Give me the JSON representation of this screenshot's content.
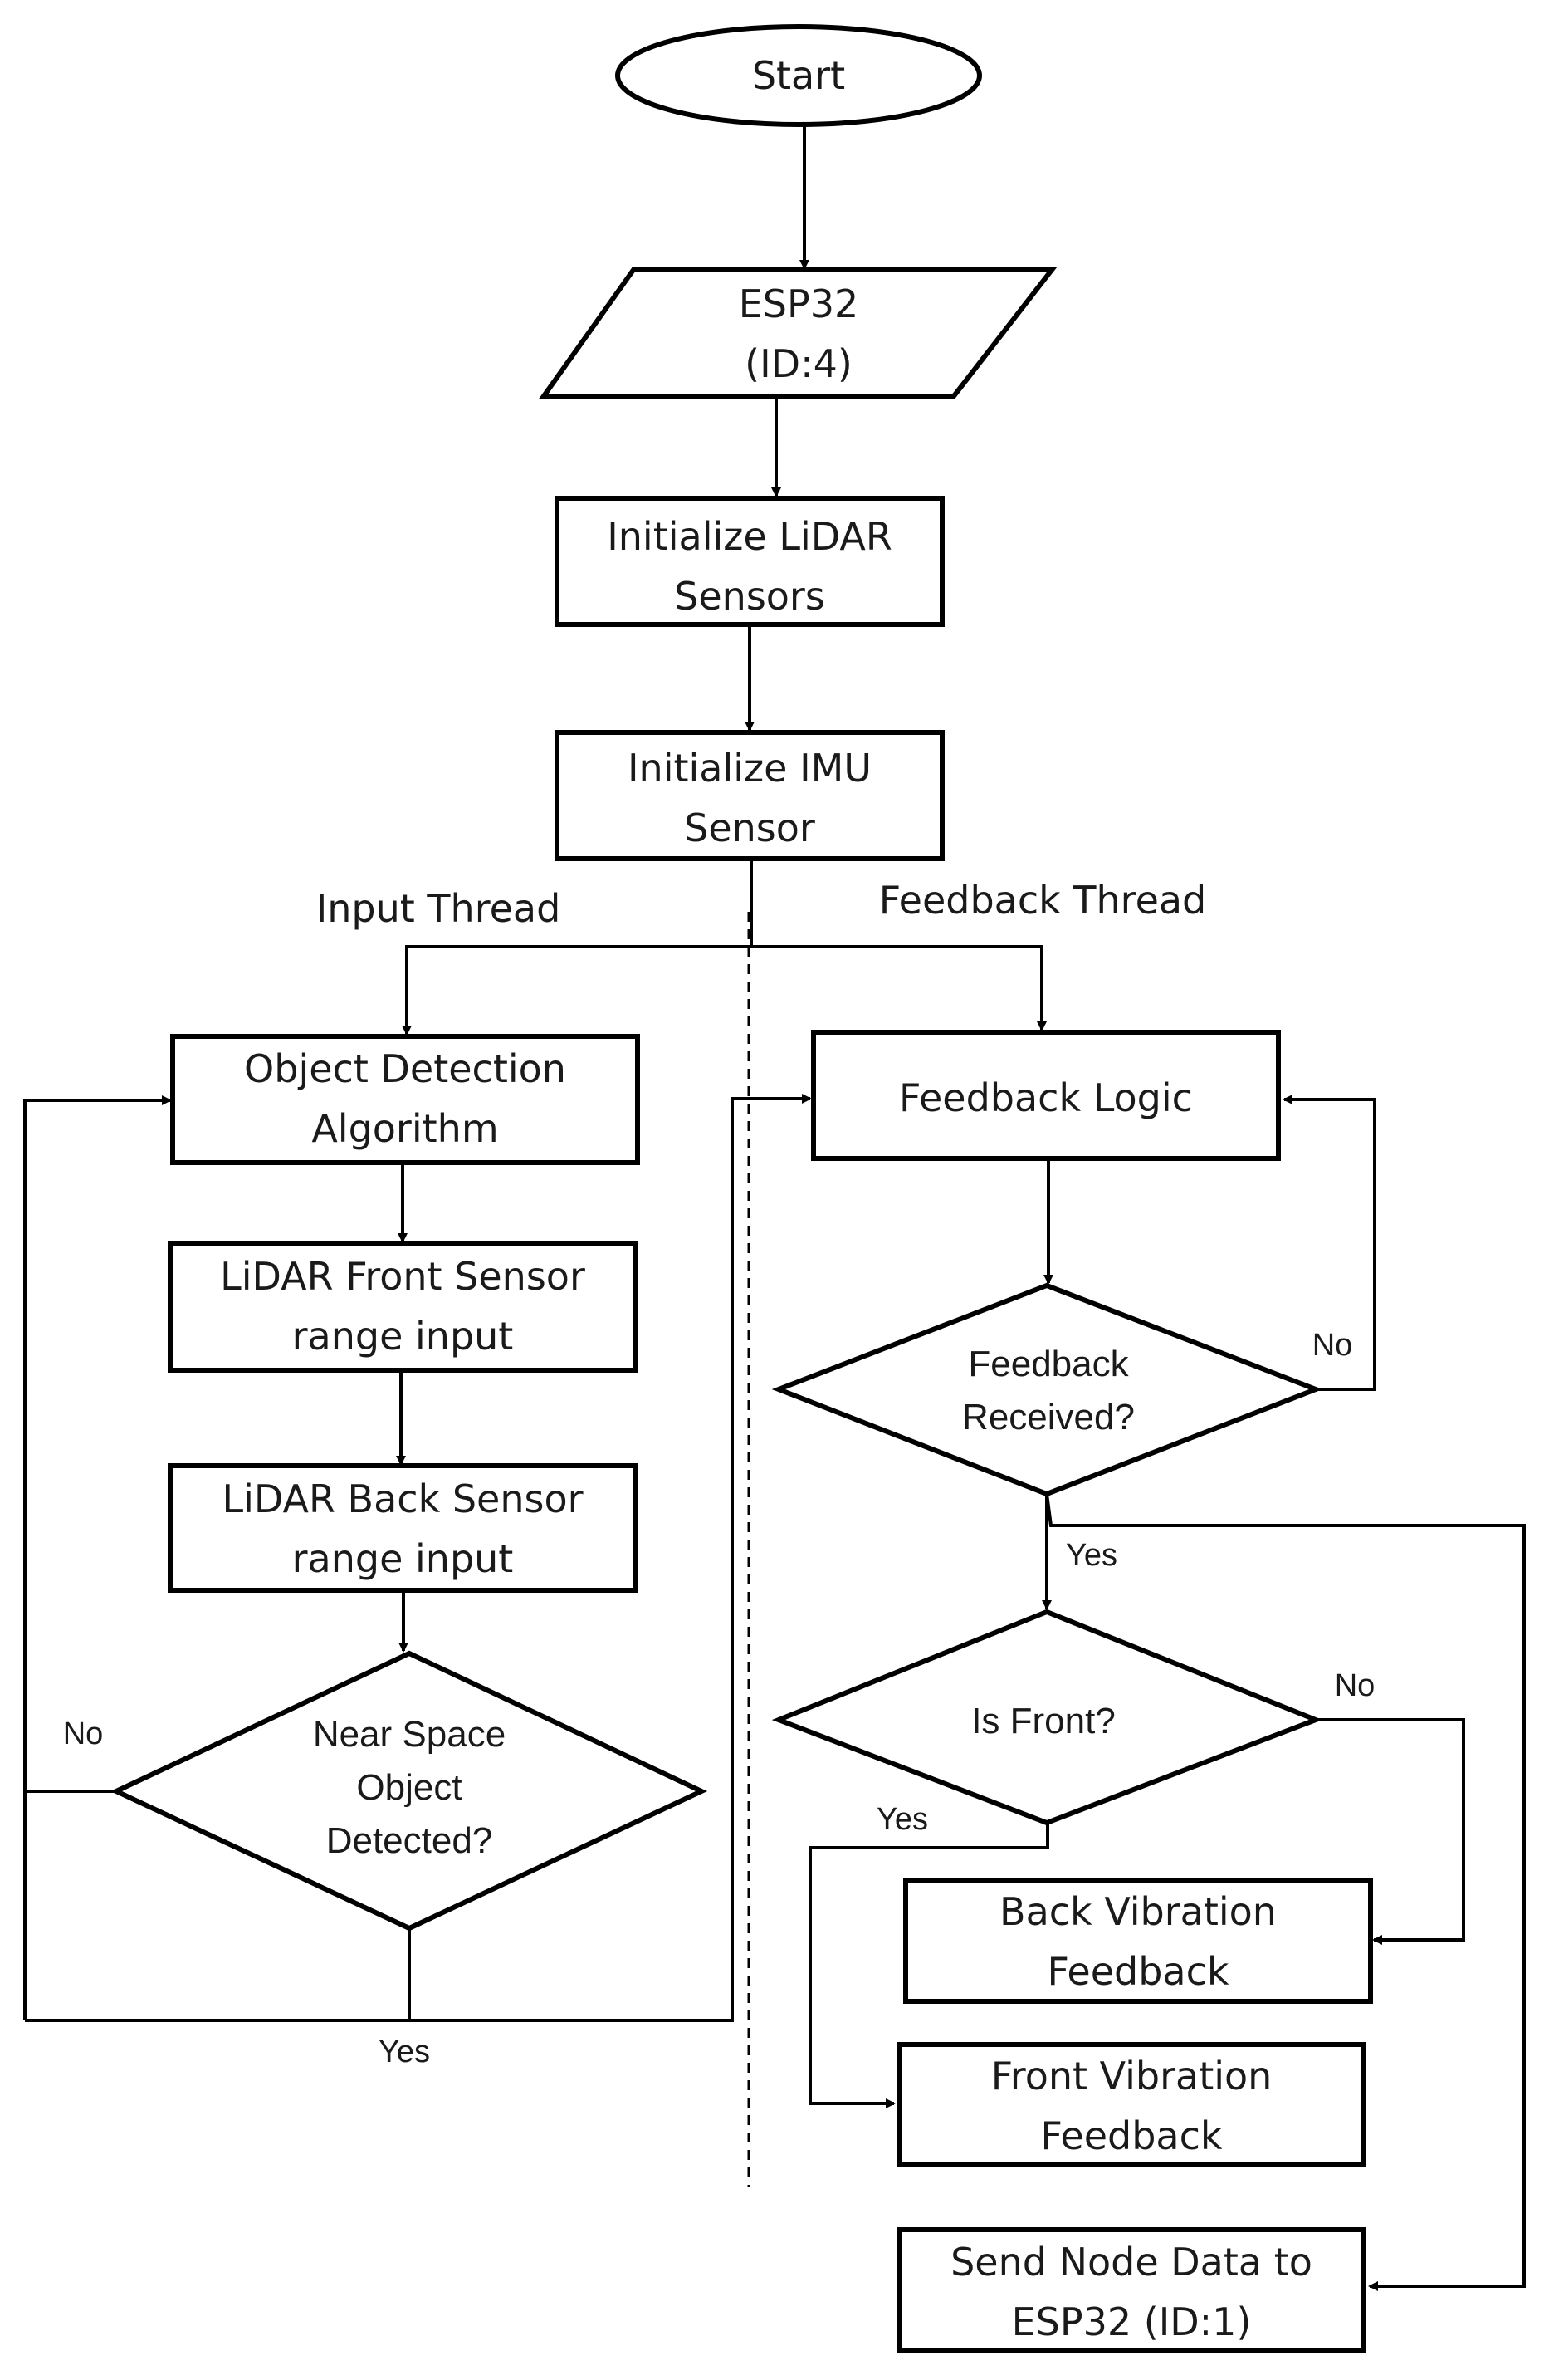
{
  "nodes": {
    "start": "Start",
    "esp32_line1": "ESP32",
    "esp32_line2": "(ID:4)",
    "init_lidar_line1": "Initialize LiDAR",
    "init_lidar_line2": "Sensors",
    "init_imu_line1": "Initialize IMU",
    "init_imu_line2": "Sensor",
    "object_detection_line1": "Object Detection",
    "object_detection_line2": "Algorithm",
    "lidar_front_line1": "LiDAR Front Sensor",
    "lidar_front_line2": "range input",
    "lidar_back_line1": "LiDAR Back Sensor",
    "lidar_back_line2": "range input",
    "near_space_line1": "Near Space",
    "near_space_line2": "Object",
    "near_space_line3": "Detected?",
    "feedback_logic": "Feedback Logic",
    "feedback_received_line1": "Feedback",
    "feedback_received_line2": "Received?",
    "is_front": "Is Front?",
    "back_vibration_line1": "Back Vibration",
    "back_vibration_line2": "Feedback",
    "front_vibration_line1": "Front Vibration",
    "front_vibration_line2": "Feedback",
    "send_node_line1": "Send Node Data to",
    "send_node_line2": "ESP32 (ID:1)"
  },
  "threads": {
    "input": "Input Thread",
    "feedback": "Feedback Thread"
  },
  "edge_labels": {
    "near_space_no": "No",
    "near_space_yes": "Yes",
    "feedback_received_no": "No",
    "feedback_received_yes": "Yes",
    "is_front_no": "No",
    "is_front_yes": "Yes"
  }
}
